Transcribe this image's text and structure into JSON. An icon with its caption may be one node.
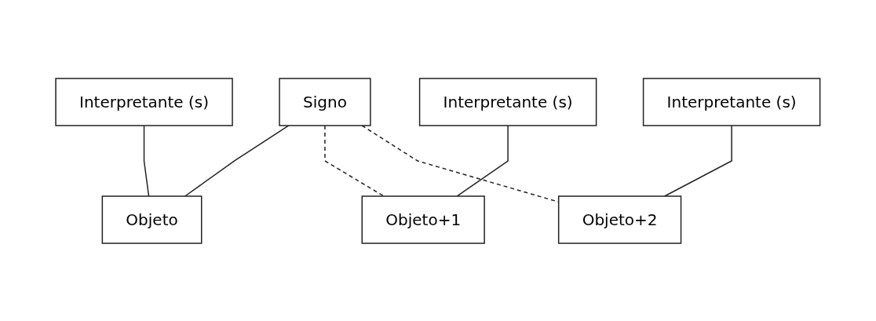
{
  "diagram": {
    "nodes": [
      {
        "text": [
          "Signo"
        ]
      },
      {
        "text": [
          "Interpretante (s)"
        ]
      },
      {
        "text": [
          "Interpretante (s)"
        ]
      },
      {
        "text": [
          "Interpretante (s)"
        ]
      },
      {
        "text": [
          "Objeto"
        ]
      },
      {
        "text": [
          "Objeto+1"
        ]
      },
      {
        "text": [
          "Objeto+2"
        ]
      }
    ],
    "edges": [
      {
        "from": 0,
        "to": 4,
        "arrow": "none"
      },
      {
        "from": 1,
        "to": 4,
        "arrow": "none"
      },
      {
        "from": 0,
        "to": 5,
        "arrow": "none",
        "style": "dashed"
      },
      {
        "from": 2,
        "to": 5,
        "arrow": "none"
      },
      {
        "from": 0,
        "to": 6,
        "arrow": "none",
        "style": "dashed"
      },
      {
        "from": 3,
        "to": 6,
        "arrow": "none"
      }
    ]
  }
}
